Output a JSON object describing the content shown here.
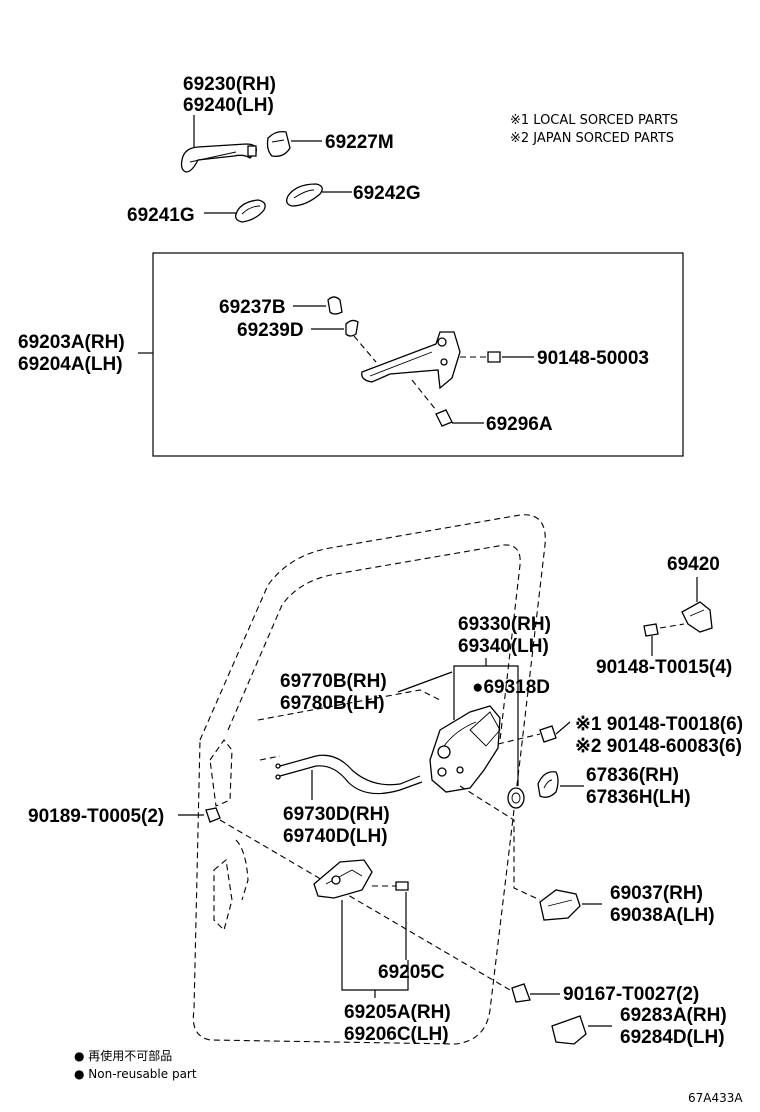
{
  "notes": {
    "local": "※1 LOCAL SORCED PARTS",
    "japan": "※2 JAPAN SORCED PARTS"
  },
  "labels": {
    "p69230": "69230(RH)",
    "p69240": "69240(LH)",
    "p69227M": "69227M",
    "p69242G": "69242G",
    "p69241G": "69241G",
    "p69237B": "69237B",
    "p69239D": "69239D",
    "p69203A": "69203A(RH)",
    "p69204A": "69204A(LH)",
    "p90148_50003": "90148-50003",
    "p69296A": "69296A",
    "p69420": "69420",
    "p90148_T0015": "90148-T0015(4)",
    "p69330": "69330(RH)",
    "p69340": "69340(LH)",
    "p69318D": "●69318D",
    "p69770B": "69770B(RH)",
    "p69780B": "69780B(LH)",
    "p90148_T0018": "※1 90148-T0018(6)",
    "p90148_60083": "※2 90148-60083(6)",
    "p67836": "67836(RH)",
    "p67836H": "67836H(LH)",
    "p90189": "90189-T0005(2)",
    "p69730D": "69730D(RH)",
    "p69740D": "69740D(LH)",
    "p69037": "69037(RH)",
    "p69038A": "69038A(LH)",
    "p69205C": "69205C",
    "p90167": "90167-T0027(2)",
    "p69205A": "69205A(RH)",
    "p69206C": "69206C(LH)",
    "p69283A": "69283A(RH)",
    "p69284D": "69284D(LH)"
  },
  "legend": {
    "jp": "● 再使用不可部品",
    "en": "● Non-reusable part"
  },
  "figure_code": "67A433A"
}
